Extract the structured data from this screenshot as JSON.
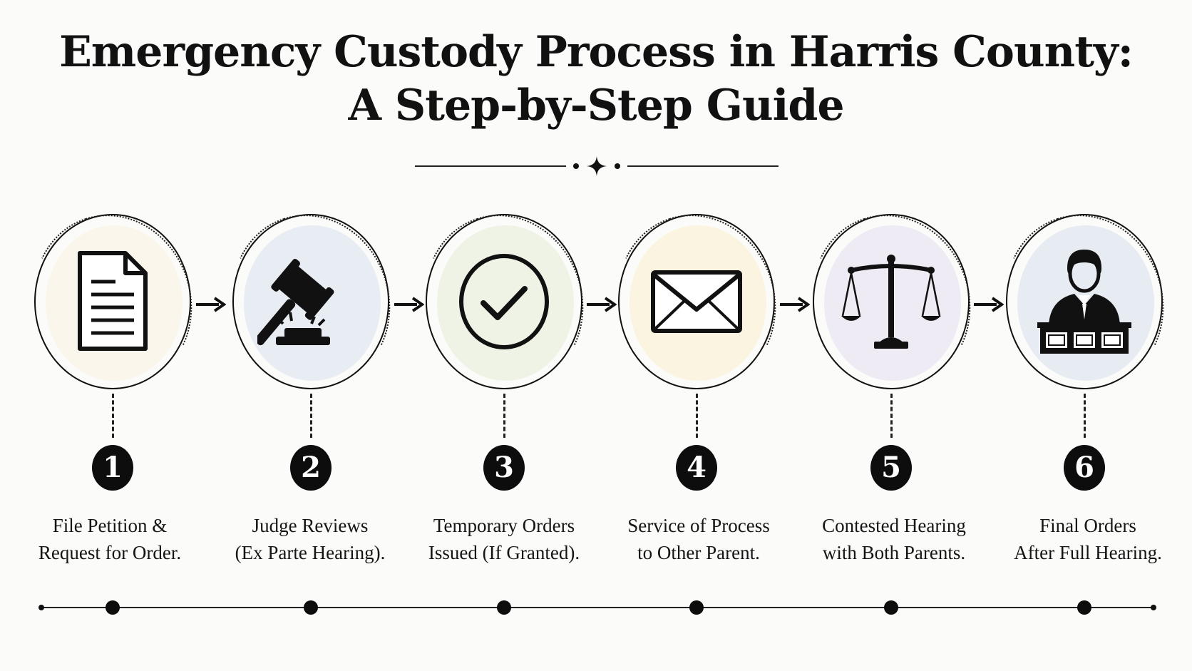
{
  "title": {
    "line1": "Emergency Custody Process in Harris County:",
    "line2": "A Step-by-Step Guide"
  },
  "colors": {
    "ink": "#111111",
    "background": "#fbfbfa",
    "step1_tint": "#fbf6ec",
    "step2_tint": "#e8ecf3",
    "step3_tint": "#eef3e6",
    "step4_tint": "#fbf4e0",
    "step5_tint": "#efebf5",
    "step6_tint": "#e7ecf3"
  },
  "steps": [
    {
      "number": "1",
      "icon": "document-icon",
      "label_line1": "File Petition &",
      "label_line2": "Request for Order."
    },
    {
      "number": "2",
      "icon": "gavel-icon",
      "label_line1": "Judge Reviews",
      "label_line2": "(Ex Parte Hearing)."
    },
    {
      "number": "3",
      "icon": "checkmark-circle-icon",
      "label_line1": "Temporary Orders",
      "label_line2": "Issued (If Granted)."
    },
    {
      "number": "4",
      "icon": "envelope-icon",
      "label_line1": "Service of Process",
      "label_line2": "to Other Parent."
    },
    {
      "number": "5",
      "icon": "scales-of-justice-icon",
      "label_line1": "Contested Hearing",
      "label_line2": "with Both Parents."
    },
    {
      "number": "6",
      "icon": "judge-at-bench-icon",
      "label_line1": "Final Orders",
      "label_line2": "After Full Hearing."
    }
  ]
}
